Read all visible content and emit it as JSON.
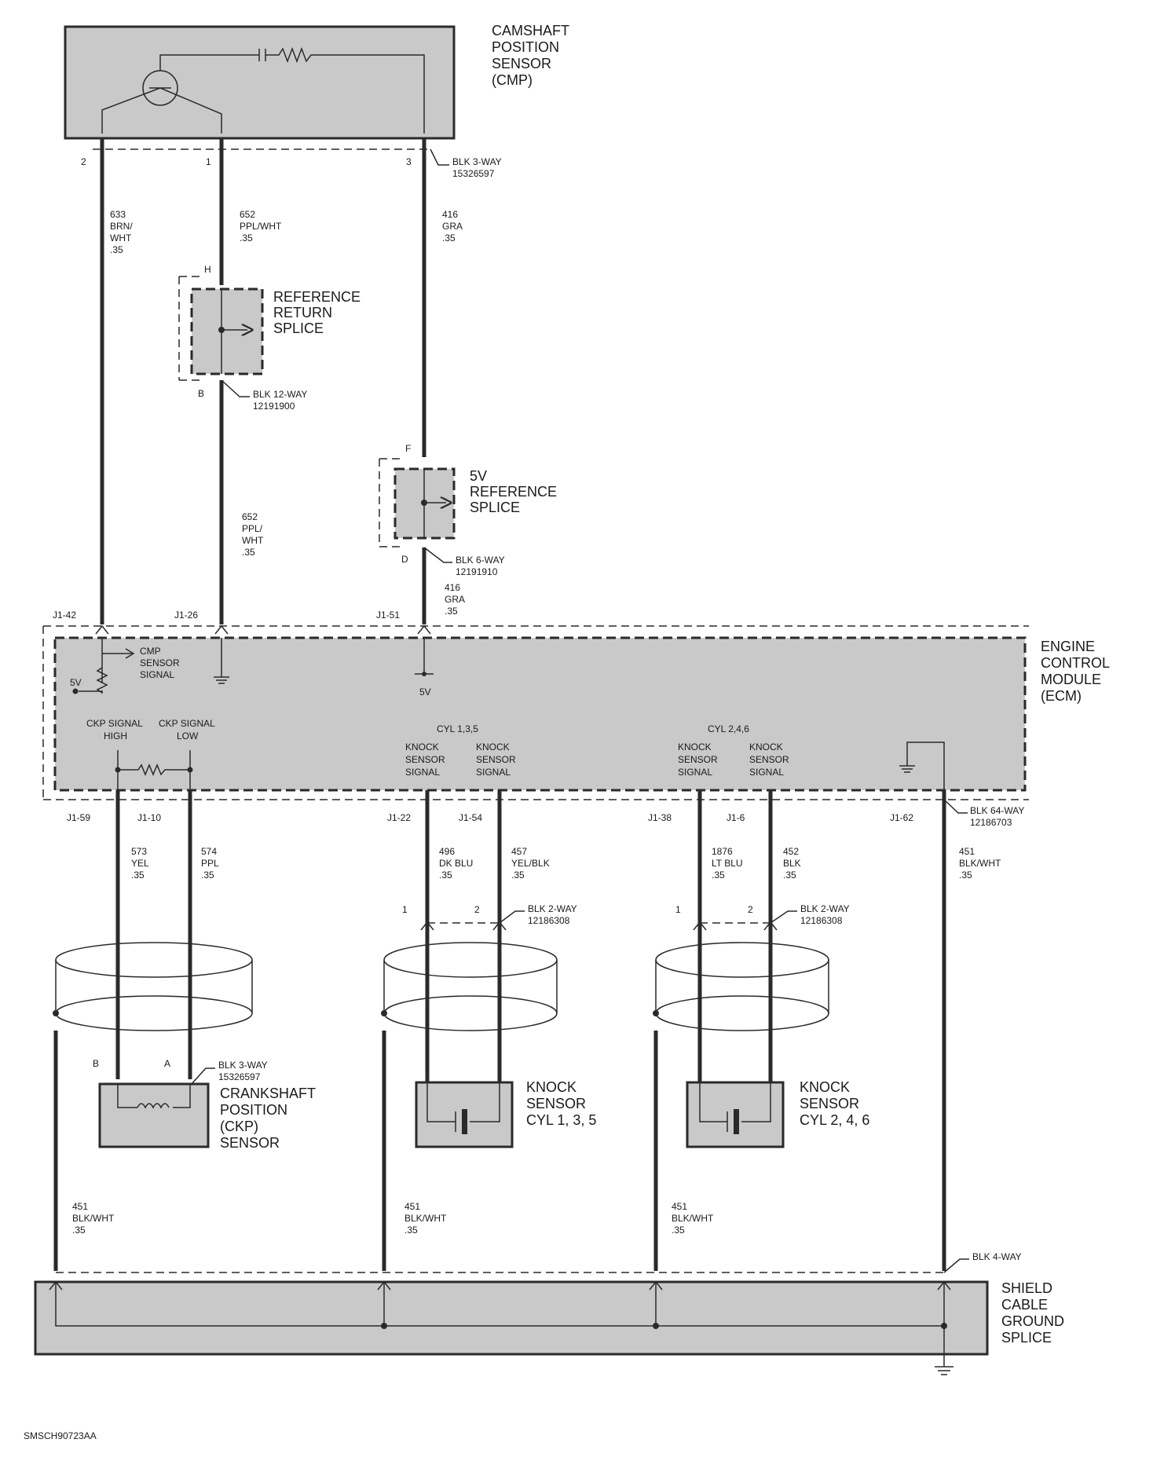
{
  "components": {
    "cmp": [
      "CAMSHAFT",
      "POSITION",
      "SENSOR",
      "(CMP)"
    ],
    "ref_return": [
      "REFERENCE",
      "RETURN",
      "SPLICE"
    ],
    "ref_5v": [
      "5V",
      "REFERENCE",
      "SPLICE"
    ],
    "ecm": [
      "ENGINE",
      "CONTROL",
      "MODULE",
      "(ECM)"
    ],
    "ckp": [
      "CRANKSHAFT",
      "POSITION",
      "(CKP)",
      "SENSOR"
    ],
    "knock135": [
      "KNOCK",
      "SENSOR",
      "CYL 1, 3, 5"
    ],
    "knock246": [
      "KNOCK",
      "SENSOR",
      "CYL 2, 4, 6"
    ],
    "shield": [
      "SHIELD",
      "CABLE",
      "GROUND",
      "SPLICE"
    ]
  },
  "connectors": {
    "cmp_conn": [
      "BLK 3-WAY",
      "15326597"
    ],
    "ref_return_conn": [
      "BLK 12-WAY",
      "12191900"
    ],
    "ref_5v_conn": [
      "BLK 6-WAY",
      "12191910"
    ],
    "ecm_conn": [
      "BLK 64-WAY",
      "12186703"
    ],
    "knock135_conn": [
      "BLK 2-WAY",
      "12186308"
    ],
    "knock246_conn": [
      "BLK 2-WAY",
      "12186308"
    ],
    "ckp_conn": [
      "BLK 3-WAY",
      "15326597"
    ],
    "shield_conn": [
      "BLK 4-WAY"
    ]
  },
  "pins": {
    "cmp_2": "2",
    "cmp_1": "1",
    "cmp_3": "3",
    "ref_H": "H",
    "ref_B": "B",
    "ref_F": "F",
    "ref_D": "D",
    "j1_42": "J1-42",
    "j1_26": "J1-26",
    "j1_51": "J1-51",
    "j1_59": "J1-59",
    "j1_10": "J1-10",
    "j1_22": "J1-22",
    "j1_54": "J1-54",
    "j1_38": "J1-38",
    "j1_6": "J1-6",
    "j1_62": "J1-62",
    "k135_1": "1",
    "k135_2": "2",
    "k246_1": "1",
    "k246_2": "2",
    "ckp_B": "B",
    "ckp_A": "A"
  },
  "wires": {
    "w633": [
      "633",
      "BRN/",
      "WHT",
      ".35"
    ],
    "w652a": [
      "652",
      "PPL/WHT",
      ".35"
    ],
    "w416a": [
      "416",
      "GRA",
      ".35"
    ],
    "w652b": [
      "652",
      "PPL/",
      "WHT",
      ".35"
    ],
    "w416b": [
      "416",
      "GRA",
      ".35"
    ],
    "w573": [
      "573",
      "YEL",
      ".35"
    ],
    "w574": [
      "574",
      "PPL",
      ".35"
    ],
    "w496": [
      "496",
      "DK BLU",
      ".35"
    ],
    "w457": [
      "457",
      "YEL/BLK",
      ".35"
    ],
    "w1876": [
      "1876",
      "LT BLU",
      ".35"
    ],
    "w452": [
      "452",
      "BLK",
      ".35"
    ],
    "w451_ecm": [
      "451",
      "BLK/WHT",
      ".35"
    ],
    "w451_a": [
      "451",
      "BLK/WHT",
      ".35"
    ],
    "w451_b": [
      "451",
      "BLK/WHT",
      ".35"
    ],
    "w451_c": [
      "451",
      "BLK/WHT",
      ".35"
    ]
  },
  "ecm_internal": {
    "cmp_signal": [
      "CMP",
      "SENSOR",
      "SIGNAL"
    ],
    "v5_left": "5V",
    "v5_mid": "5V",
    "ckp_high": [
      "CKP SIGNAL",
      "HIGH"
    ],
    "ckp_low": [
      "CKP SIGNAL",
      "LOW"
    ],
    "cyl135": "CYL 1,3,5",
    "cyl246": "CYL 2,4,6",
    "knock_sig": [
      "KNOCK",
      "SENSOR",
      "SIGNAL"
    ]
  },
  "footer": "SMSCH90723AA"
}
